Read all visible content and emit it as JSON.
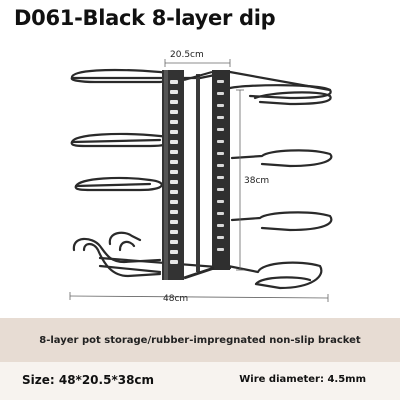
{
  "title": "D061-Black 8-layer dip",
  "dimensions": {
    "width": "20.5cm",
    "height": "38cm",
    "length": "48cm"
  },
  "description": "8-layer pot storage/rubber-impregnated non-slip bracket",
  "footer": {
    "size": "Size: 48*20.5*38cm",
    "wire_diameter": "Wire diameter: 4.5mm"
  },
  "colors": {
    "band": "#e7dcd3",
    "footer": "#f7f3ef",
    "rack": "#2a2a2a"
  }
}
